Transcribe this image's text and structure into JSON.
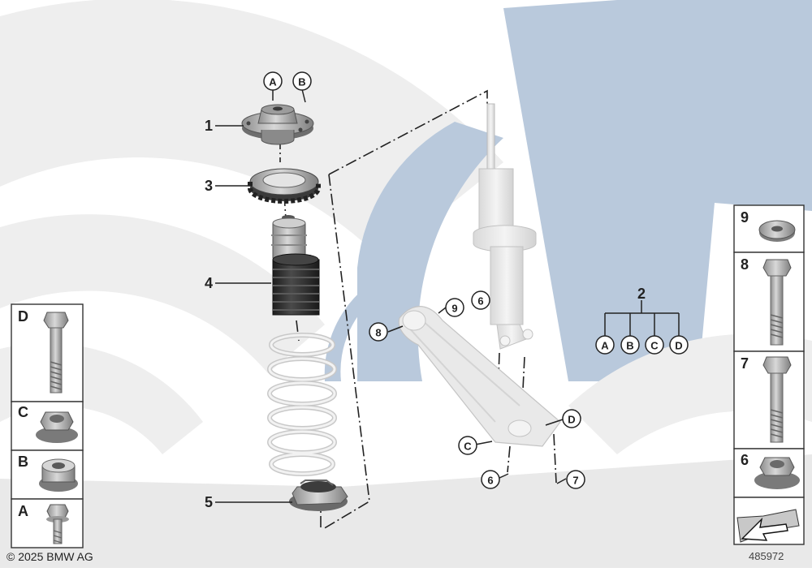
{
  "diagram": {
    "callouts": {
      "part1": "1",
      "part2": "2",
      "part3": "3",
      "part4": "4",
      "part5": "5",
      "part6": "6",
      "part7": "7",
      "part8": "8",
      "part9": "9",
      "subA": "A",
      "subB": "B",
      "subC": "C",
      "subD": "D"
    },
    "kit_tree": {
      "parent": "2",
      "children": [
        "A",
        "B",
        "C",
        "D"
      ]
    },
    "left_legend": [
      "D",
      "C",
      "B",
      "A"
    ],
    "right_legend": [
      "9",
      "8",
      "7",
      "6"
    ],
    "copyright": "© 2025 BMW AG",
    "image_number": "485972",
    "colors": {
      "watermark": "#b9c9dc",
      "watermark_light": "#eeeeee",
      "part_gray": "#b8b8b8",
      "part_dark": "#303030",
      "line": "#222222"
    }
  }
}
